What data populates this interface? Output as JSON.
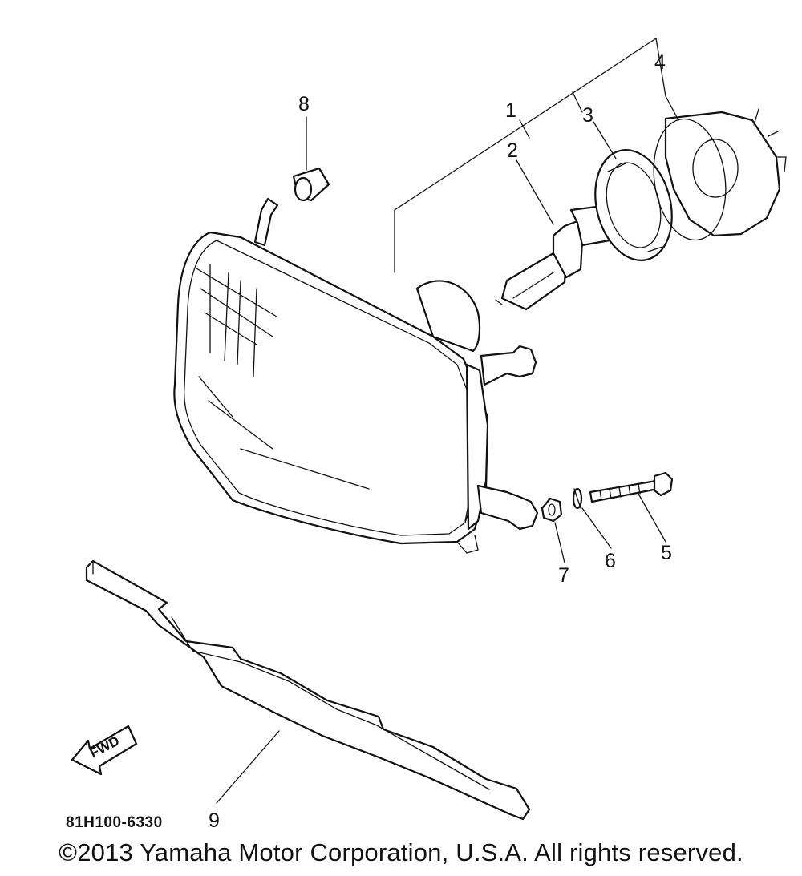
{
  "callouts": [
    "1",
    "2",
    "3",
    "4",
    "5",
    "6",
    "7",
    "8",
    "9"
  ],
  "fwd_label": "FWD",
  "diagram_code": "81H100-6330",
  "copyright": "©2013 Yamaha Motor Corporation, U.S.A. All rights reserved."
}
